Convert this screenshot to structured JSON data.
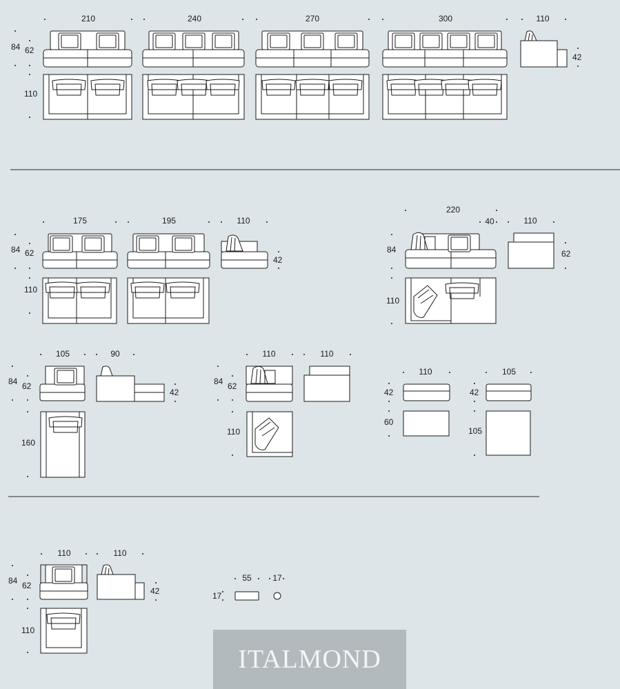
{
  "brand": {
    "logo_text": "ITALMOND"
  },
  "labels": {
    "w210": "210",
    "w240": "240",
    "w270": "270",
    "w300": "300",
    "w110a": "110",
    "h84a": "84",
    "h62a": "62",
    "h42a": "42",
    "d110a": "110",
    "w175": "175",
    "w195": "195",
    "w110b": "110",
    "h84b": "84",
    "h62b": "62",
    "h42b": "42",
    "d110b": "110",
    "w220": "220",
    "w40": "40",
    "w110c": "110",
    "h84c": "84",
    "h62c": "62",
    "d110c": "110",
    "w105": "105",
    "w90": "90",
    "h84d": "84",
    "h62d": "62",
    "h42d": "42",
    "d160": "160",
    "w110d": "110",
    "w110e": "110",
    "h84e": "84",
    "h62e": "62",
    "d110e": "110",
    "w110f": "110",
    "w105b": "105",
    "h42f": "42",
    "h42g": "42",
    "d60": "60",
    "d105": "105",
    "w110g": "110",
    "w110h": "110",
    "h84h": "84",
    "h62h": "62",
    "h42h": "42",
    "d110h": "110",
    "w55": "55",
    "w17": "17",
    "h17": "17"
  }
}
